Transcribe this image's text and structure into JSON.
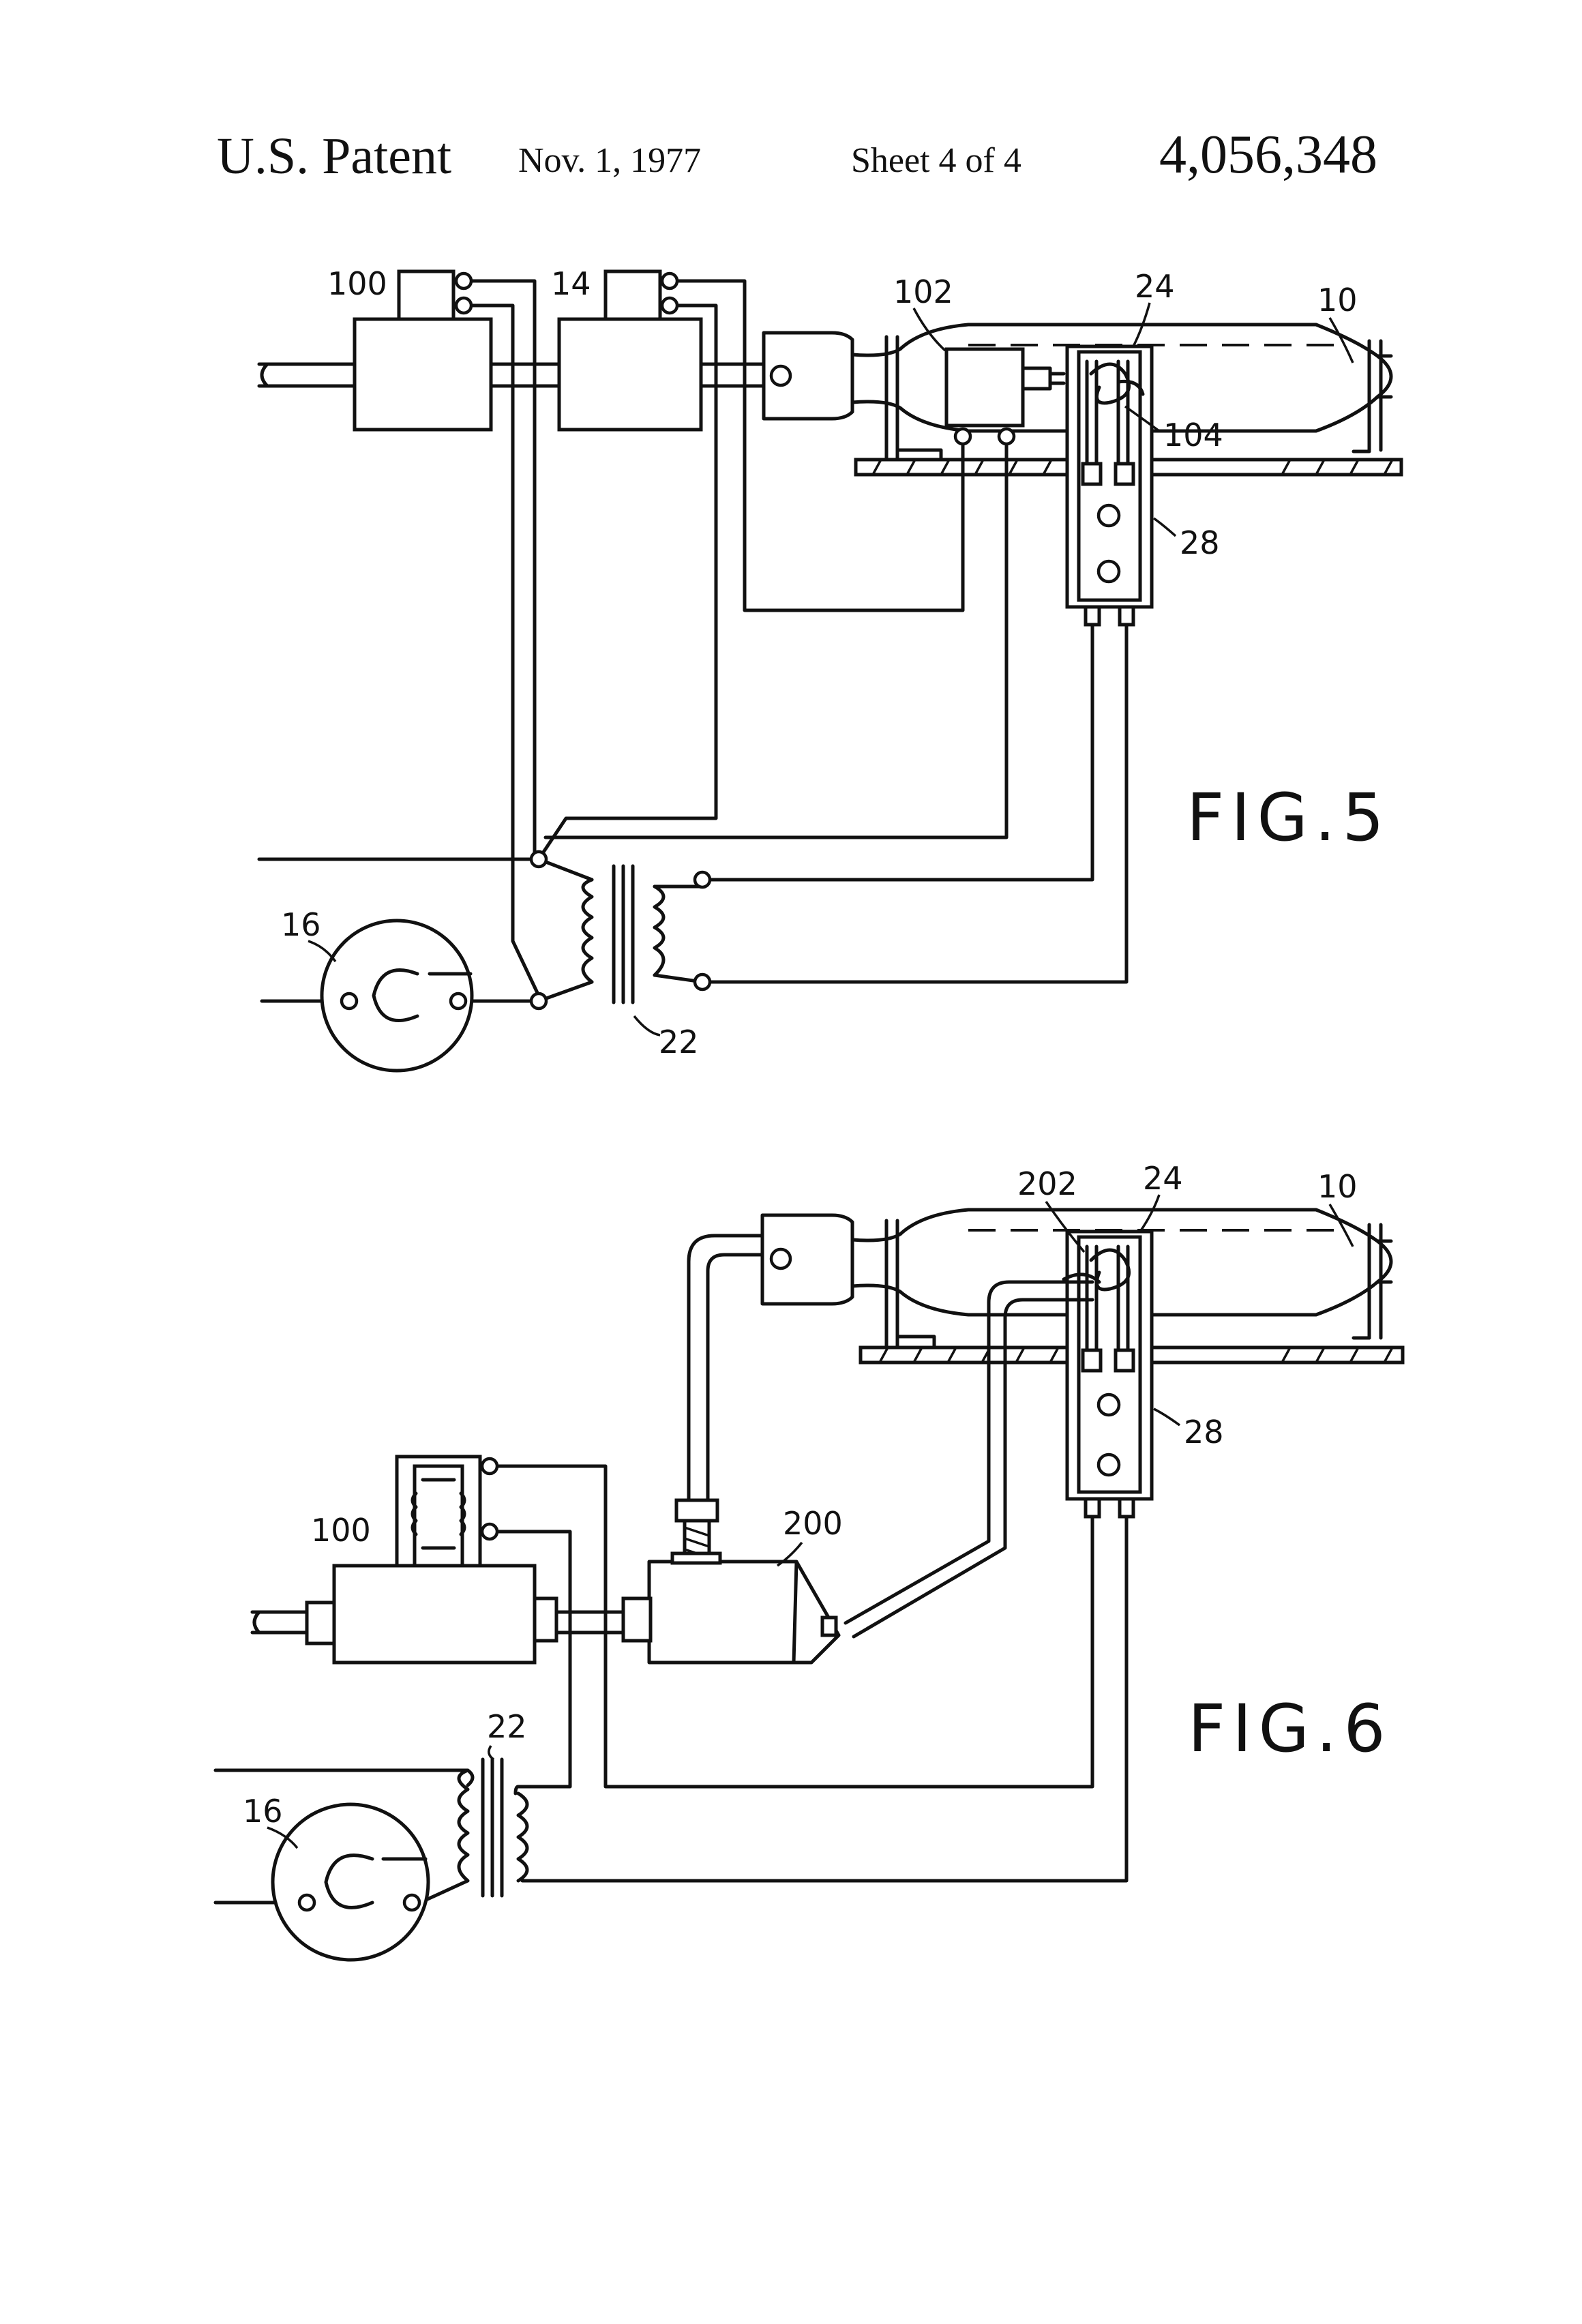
{
  "header": {
    "title": "U.S. Patent",
    "date": "Nov. 1, 1977",
    "sheet": "Sheet 4 of 4",
    "number": "4,056,348"
  },
  "fig5": {
    "caption": "FIG.5",
    "labels": {
      "r100": "100",
      "r14": "14",
      "r102": "102",
      "r24": "24",
      "r10": "10",
      "r104": "104",
      "r28": "28",
      "r16": "16",
      "r22": "22"
    }
  },
  "fig6": {
    "caption": "FIG.6",
    "labels": {
      "r202": "202",
      "r24": "24",
      "r10": "10",
      "r28": "28",
      "r100": "100",
      "r200": "200",
      "r22": "22",
      "r16": "16"
    }
  },
  "colors": {
    "ink": "#111111",
    "paper": "#ffffff"
  }
}
